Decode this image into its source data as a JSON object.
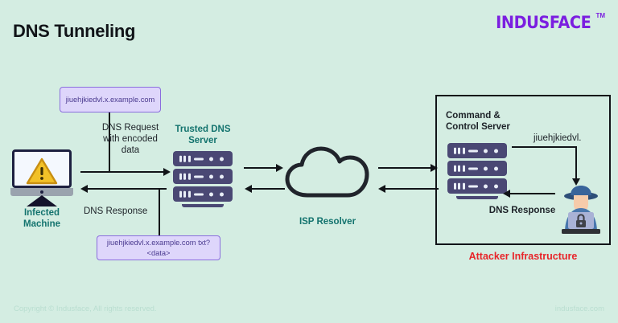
{
  "header": {
    "title": "DNS Tunneling",
    "brand": "INDUSFACE",
    "brand_tm": "TM",
    "brand_color": "#7b1fe0"
  },
  "footer": {
    "copyright": "Copyright © Indusface, All rights reserved.",
    "website": "indusface.com"
  },
  "canvas": {
    "background_color": "#d4ede2",
    "line_color": "#111418",
    "teal_color": "#13736e",
    "red_color": "#e8252a",
    "server_color": "#4a4874",
    "callout_bg": "#ded6fb",
    "callout_border": "#8a6ddd",
    "callout_text": "#4a3a8f",
    "warning_color": "#f2c128"
  },
  "nodes": {
    "infected_machine": {
      "label": "Infected\nMachine",
      "icon": "monitor-warning-icon"
    },
    "trusted_dns_server": {
      "label": "Trusted DNS\nServer",
      "icon": "server-stack-icon"
    },
    "isp_resolver": {
      "label": "ISP Resolver",
      "icon": "cloud-icon"
    },
    "command_control_server": {
      "label": "Command &\nControl Server",
      "icon": "server-stack-icon"
    },
    "attacker": {
      "icon": "hacker-laptop-icon"
    },
    "attacker_infrastructure": {
      "label": "Attacker Infrastructure"
    }
  },
  "callouts": {
    "encoded_query": "jiuehjkiedvl.x.example.com",
    "txt_query": "jiuehjkiedvl.x.example.com txt? <data>"
  },
  "edge_labels": {
    "dns_request": "DNS Request\nwith encoded\ndata",
    "dns_response_left": "DNS Response",
    "exfil_data": "jiuehjkiedvl.",
    "dns_response_right": "DNS Response"
  }
}
